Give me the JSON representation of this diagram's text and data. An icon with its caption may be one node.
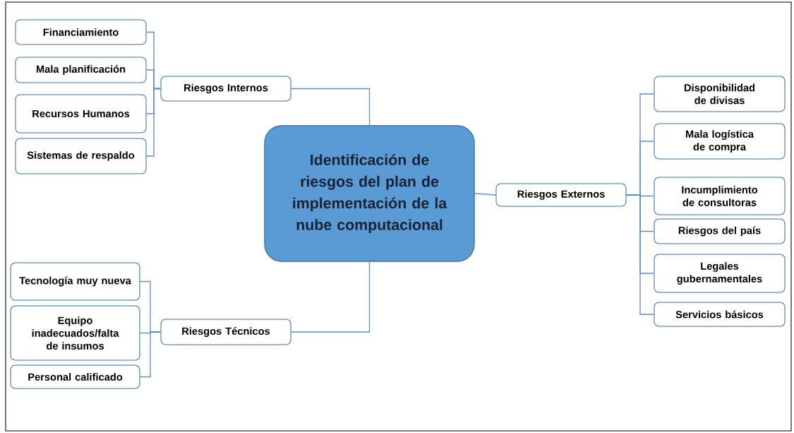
{
  "diagram": {
    "nodes": [
      {
        "text": [
          "Identificación de riesgos del plan de implementación de la nube computacional"
        ]
      },
      {
        "text": [
          "Riesgos Internos"
        ]
      },
      {
        "text": [
          "Financiamiento"
        ]
      },
      {
        "text": [
          "Mala planificación"
        ]
      },
      {
        "text": [
          "Recursos Humanos"
        ]
      },
      {
        "text": [
          "Sistemas de respaldo"
        ]
      },
      {
        "text": [
          "Riesgos Externos"
        ]
      },
      {
        "text": [
          "Disponibilidad de divisas"
        ]
      },
      {
        "text": [
          "Mala logística de compra"
        ]
      },
      {
        "text": [
          "Incumplimiento de consultoras"
        ]
      },
      {
        "text": [
          "Riesgos del país"
        ]
      },
      {
        "text": [
          "Legales gubernamentales"
        ]
      },
      {
        "text": [
          "Servicios básicos"
        ]
      },
      {
        "text": [
          "Riesgos Técnicos"
        ]
      },
      {
        "text": [
          "Tecnología muy nueva"
        ]
      },
      {
        "text": [
          "Equipo inadecuados/falta de insumos"
        ]
      },
      {
        "text": [
          "Personal calificado"
        ]
      }
    ],
    "edges": [
      {
        "from": 0,
        "to": 1,
        "arrow": "none"
      },
      {
        "from": 1,
        "to": 2,
        "arrow": "none"
      },
      {
        "from": 1,
        "to": 3,
        "arrow": "none"
      },
      {
        "from": 1,
        "to": 4,
        "arrow": "none"
      },
      {
        "from": 1,
        "to": 5,
        "arrow": "none"
      },
      {
        "from": 0,
        "to": 6,
        "arrow": "none"
      },
      {
        "from": 6,
        "to": 7,
        "arrow": "none"
      },
      {
        "from": 6,
        "to": 8,
        "arrow": "none"
      },
      {
        "from": 6,
        "to": 9,
        "arrow": "none"
      },
      {
        "from": 6,
        "to": 10,
        "arrow": "none"
      },
      {
        "from": 6,
        "to": 11,
        "arrow": "none"
      },
      {
        "from": 6,
        "to": 12,
        "arrow": "none"
      },
      {
        "from": 0,
        "to": 13,
        "arrow": "none"
      },
      {
        "from": 13,
        "to": 14,
        "arrow": "none"
      },
      {
        "from": 13,
        "to": 15,
        "arrow": "none"
      },
      {
        "from": 13,
        "to": 16,
        "arrow": "none"
      }
    ]
  }
}
